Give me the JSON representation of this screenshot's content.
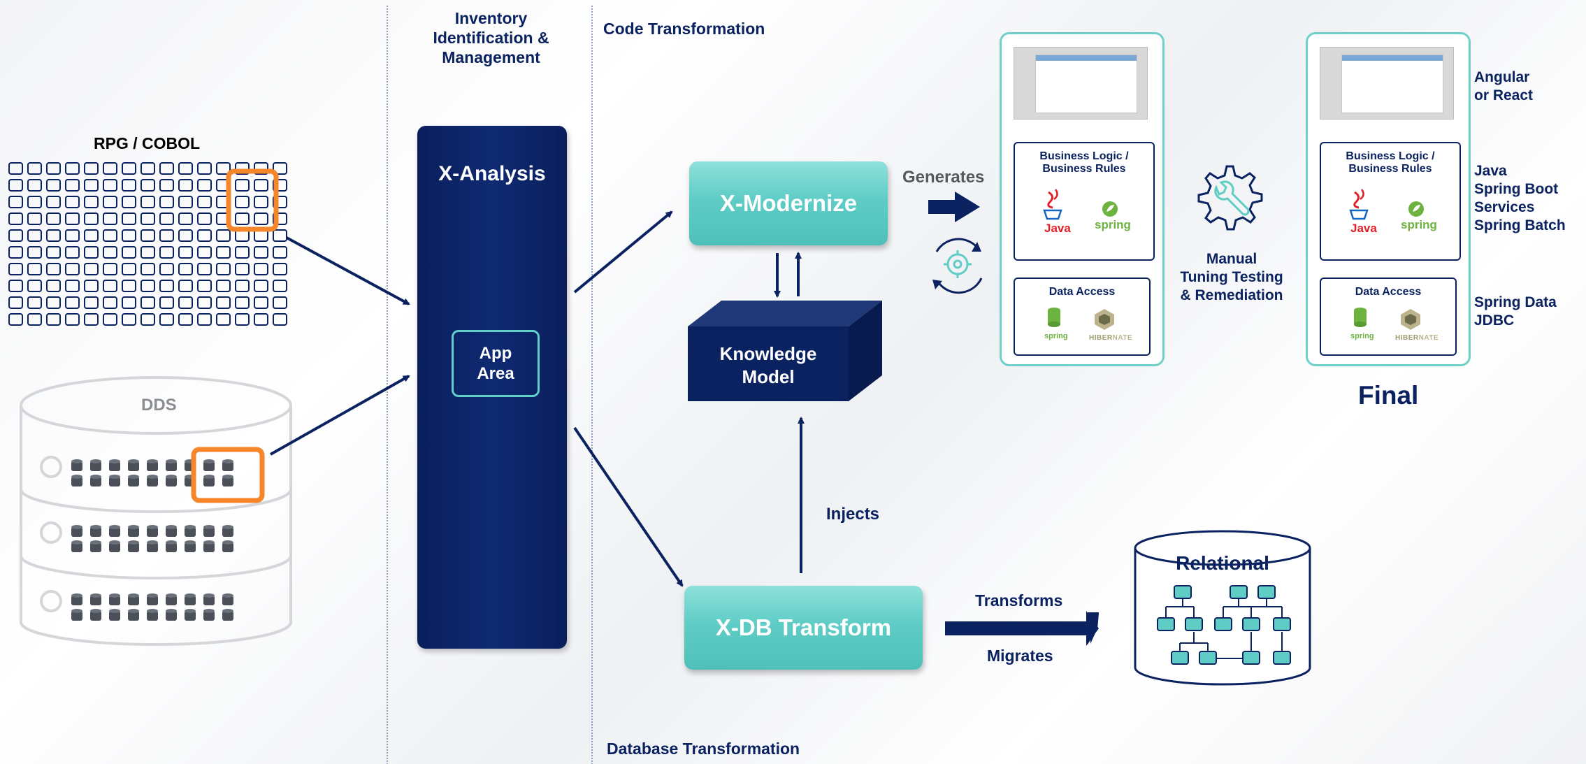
{
  "left": {
    "rpg_label": "RPG / COBOL",
    "dds_label": "DDS"
  },
  "inventory": {
    "line1": "Inventory",
    "line2": "Identification &",
    "line3": "Management"
  },
  "xanalysis": {
    "title": "X-Analysis",
    "app_line1": "App",
    "app_line2": "Area"
  },
  "sections": {
    "code": "Code Transformation",
    "database": "Database Transformation"
  },
  "center": {
    "xmodernize": "X-Modernize",
    "knowledge_line1": "Knowledge",
    "knowledge_line2": "Model",
    "xdb": "X-DB Transform",
    "generates": "Generates",
    "injects": "Injects",
    "transforms": "Transforms",
    "migrates": "Migrates"
  },
  "manual": {
    "line1": "Manual",
    "line2": "Tuning Testing",
    "line3": "& Remediation"
  },
  "stack_card": {
    "biz_line1": "Business  Logic /",
    "biz_line2": "Business Rules",
    "java": "Java",
    "spring": "spring",
    "data_access": "Data Access",
    "spring_small": "spring",
    "hibernate_a": "HIBER",
    "hibernate_b": "NATE"
  },
  "relational": {
    "title": "Relational"
  },
  "final": {
    "title": "Final",
    "right_1a": "Angular",
    "right_1b": "or React",
    "right_2a": "Java",
    "right_2b": "Spring Boot",
    "right_2c": "Services",
    "right_2d": "Spring Batch",
    "right_3a": "Spring Data",
    "right_3b": "JDBC"
  },
  "colors": {
    "navy": "#0b2260",
    "teal": "#5fcdc6",
    "orange": "#f5862a",
    "java_red": "#e01f26",
    "spring_green": "#6db33f"
  }
}
